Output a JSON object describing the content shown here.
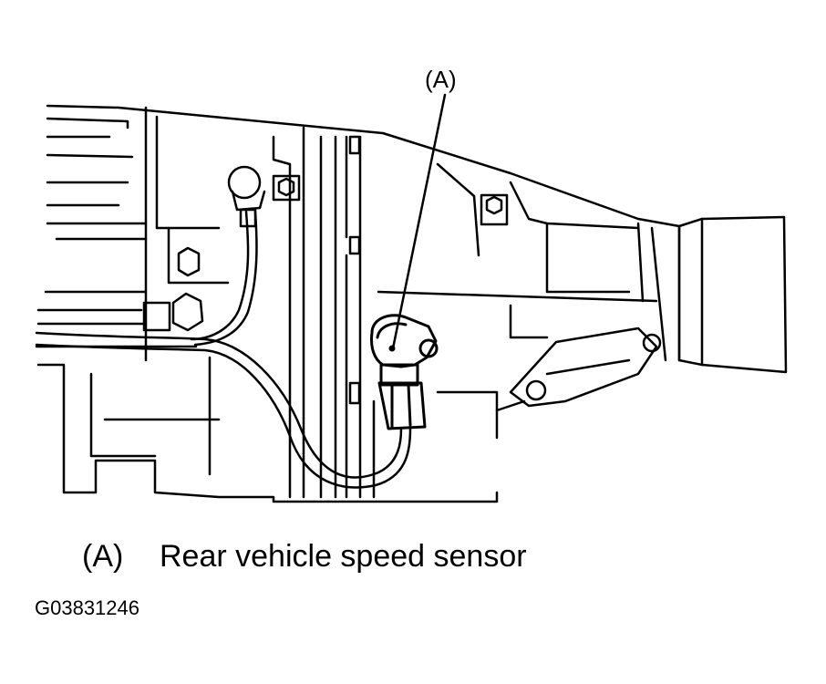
{
  "diagram": {
    "callout_label": "(A)",
    "legend": {
      "key": "(A)",
      "text": "Rear vehicle speed sensor"
    },
    "figure_id": "G03831246",
    "line_color": "#000000",
    "background_color": "#ffffff"
  }
}
